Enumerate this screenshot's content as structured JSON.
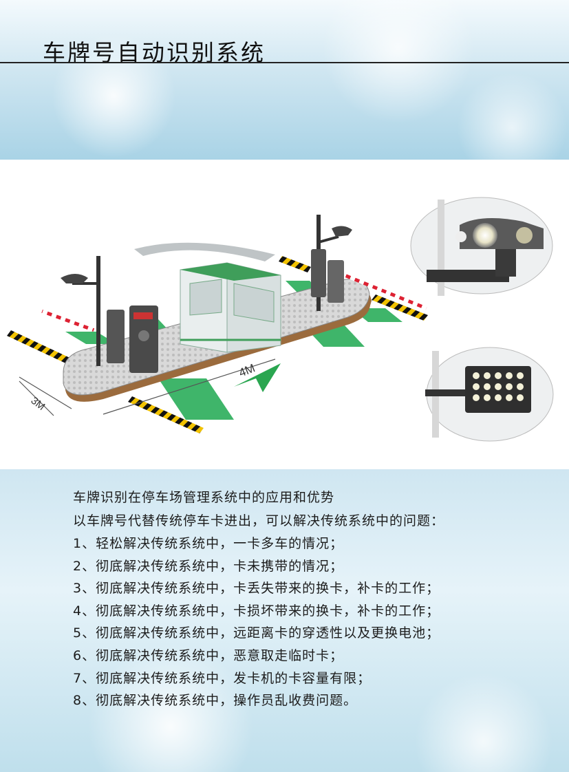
{
  "title": "车牌号自动识别系统",
  "diagram": {
    "width_label": "3M",
    "length_label": "4M"
  },
  "content": {
    "heading": "车牌识别在停车场管理系统中的应用和优势",
    "intro": "以车牌号代替传统停车卡进出，可以解决传统系统中的问题：",
    "items": [
      "1、轻松解决传统系统中，一卡多车的情况；",
      "2、彻底解决传统系统中，卡未携带的情况；",
      "3、彻底解决传统系统中，卡丢失带来的换卡，补卡的工作；",
      "4、彻底解决传统系统中，卡损坏带来的换卡，补卡的工作；",
      "5、彻底解决传统系统中，远距离卡的穿透性以及更换电池；",
      "6、彻底解决传统系统中，恶意取走临时卡；",
      "7、彻底解决传统系统中，发卡机的卡容量有限；",
      "8、彻底解决传统系统中，操作员乱收费问题。"
    ]
  },
  "colors": {
    "lane_green": "#3fb56a",
    "hazard_yellow": "#f2c200",
    "arrow_green": "#2aa650",
    "title_rule": "#222222"
  }
}
